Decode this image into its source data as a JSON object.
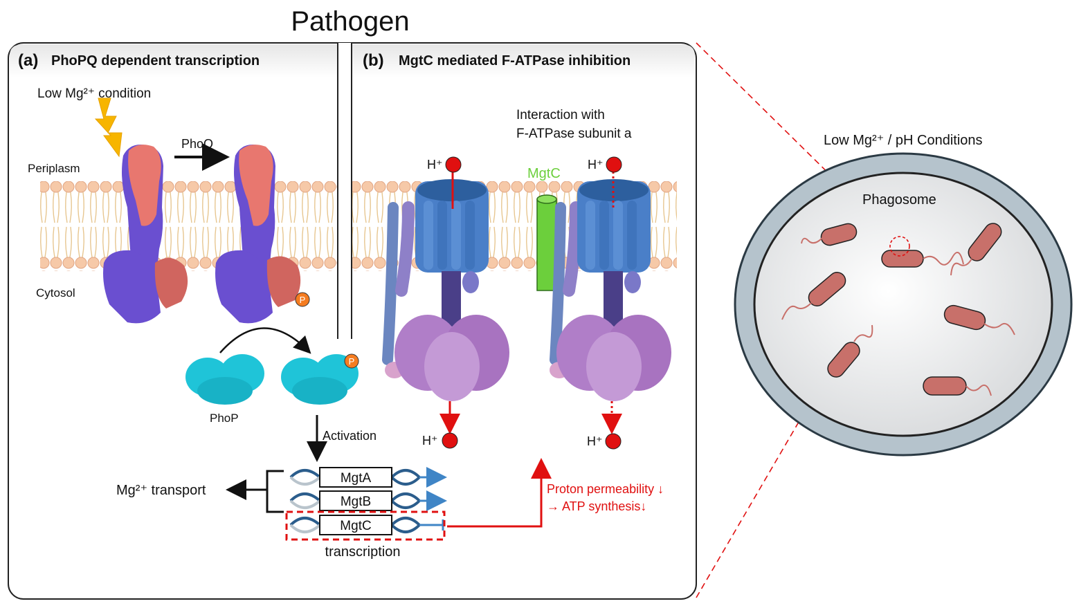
{
  "title": "Pathogen",
  "panel_a": {
    "letter": "(a)",
    "title": "PhoPQ dependent transcription"
  },
  "panel_b": {
    "letter": "(b)",
    "title": "MgtC mediated F-ATPase inhibition"
  },
  "labels": {
    "low_mg_condition": "Low Mg²⁺ condition",
    "periplasm": "Periplasm",
    "cytosol": "Cytosol",
    "phoq": "PhoQ",
    "phop": "PhoP",
    "phospho": "P",
    "activation": "Activation",
    "mg_transport": "Mg²⁺  transport",
    "transcription": "transcription",
    "interaction_line1": "Interaction with",
    "interaction_line2": "F-ATPase subunit a",
    "mgtc_protein": "MgtC",
    "proton": "H⁺",
    "effect_line1": "Proton permeability ↓",
    "effect_line2": "→ ATP synthesis↓"
  },
  "genes": [
    "MgtA",
    "MgtB",
    "MgtC"
  ],
  "phagosome": {
    "condition": "Low Mg²⁺ / pH  Conditions",
    "label": "Phagosome"
  },
  "colors": {
    "accent_red": "#e01010",
    "mgtc_green": "#6ccf3c",
    "phoq_salmon": "#e8776f",
    "phoq_purple": "#6a4fd0",
    "phop_cyan": "#1fc4d8",
    "atpase_blue": "#4a7fc8",
    "atpase_purple": "#b07ec8",
    "bacteria": "#c8706a",
    "phospho_orange": "#f57c20"
  }
}
